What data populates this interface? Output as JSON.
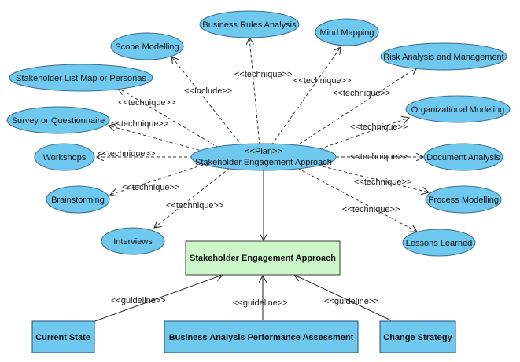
{
  "colors": {
    "ellipse_fill": "#6fc8ee",
    "ellipse_stroke": "#3a6d8f",
    "box_fill": "#6fc8ee",
    "box_stroke": "#1f4e79",
    "center_box_fill": "#ccf5c8",
    "center_box_stroke": "#3a3a3a",
    "edge": "#333333"
  },
  "center": {
    "stereotype": "<<Plan>>",
    "name": "Stakeholder Engagement Approach"
  },
  "output_box": {
    "label": "Stakeholder Engagement Approach"
  },
  "techniques": {
    "business_rules": "Business Rules Analysis",
    "mind_mapping": "Mind Mapping",
    "scope_modelling": "Scope Modelling",
    "risk_analysis": "Risk Analysis and Management",
    "stakeholder_list": "Stakeholder List Map or Personas",
    "org_modeling": "Organizational Modeling",
    "survey": "Survey or Questionnaire",
    "workshops": "Workshops",
    "document_analysis": "Document Analysis",
    "brainstorming": "Brainstorming",
    "process_modelling": "Process Modelling",
    "interviews": "Interviews",
    "lessons_learned": "Lessons Learned"
  },
  "edge_labels": {
    "technique": "<<technique>>",
    "include": "<<Include>>",
    "guideline": "<<guideline>>"
  },
  "inputs": {
    "current_state": "Current State",
    "ba_performance": "Business Analysis Performance Assessment",
    "change_strategy": "Change Strategy"
  }
}
